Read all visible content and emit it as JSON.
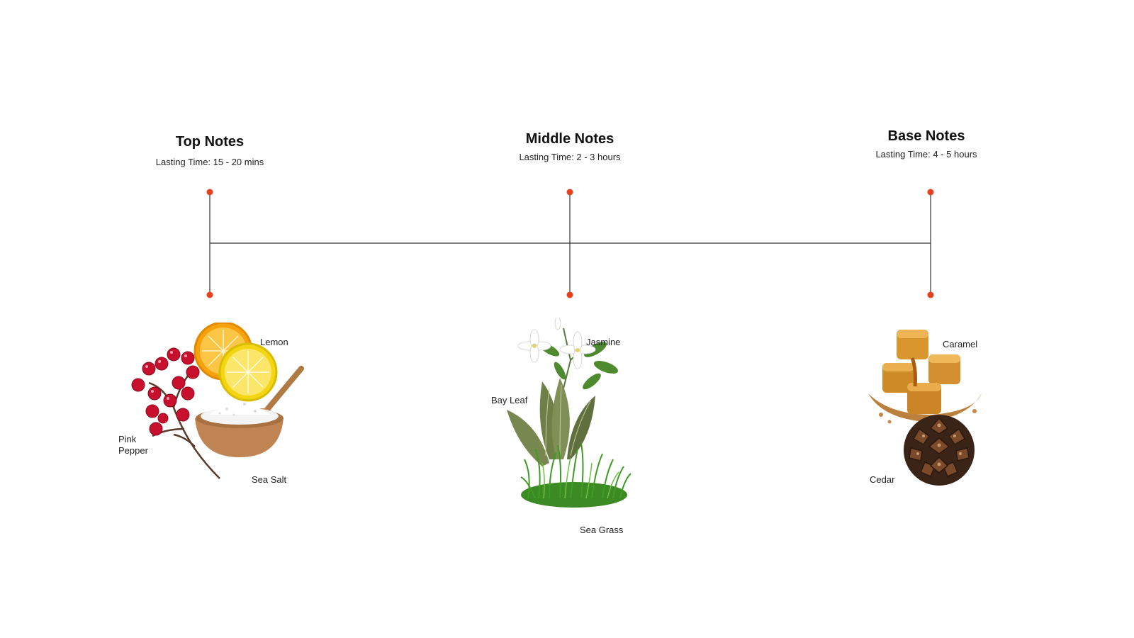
{
  "colors": {
    "accent": "#e8401c",
    "line": "#333333"
  },
  "columns": [
    {
      "title": "Top Notes",
      "lasting": "Lasting Time: 15 - 20 mins",
      "ingredients": [
        "Lemon",
        "Pink Pepper",
        "Sea Salt"
      ]
    },
    {
      "title": "Middle Notes",
      "lasting": "Lasting Time: 2 - 3 hours",
      "ingredients": [
        "Jasmine",
        "Bay Leaf",
        "Sea Grass"
      ]
    },
    {
      "title": "Base Notes",
      "lasting": "Lasting Time: 4 - 5 hours",
      "ingredients": [
        "Caramel",
        "Cedar"
      ]
    }
  ],
  "icons": {
    "top": [
      "pink-pepper-icon",
      "lemon-icon",
      "sea-salt-icon"
    ],
    "middle": [
      "jasmine-icon",
      "bay-leaf-icon",
      "sea-grass-icon"
    ],
    "base": [
      "caramel-icon",
      "cedar-cone-icon"
    ]
  }
}
